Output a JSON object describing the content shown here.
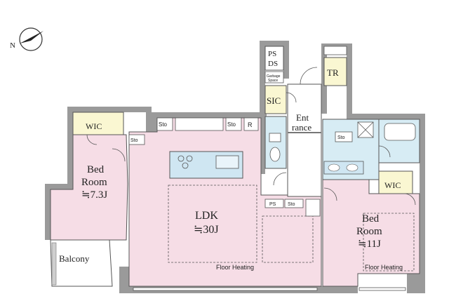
{
  "compass": {
    "label": "N"
  },
  "rooms": {
    "bed_left": {
      "line1": "Bed",
      "line2": "Room",
      "line3": "≒7.3J"
    },
    "bed_right": {
      "line1": "Bed",
      "line2": "Room",
      "line3": "≒11J"
    },
    "ldk": {
      "line1": "LDK",
      "line2": "≒30J"
    },
    "balcony": "Balcony",
    "entrance": {
      "line1": "Ent",
      "line2": "rance"
    },
    "sic": "SIC",
    "tr": "TR",
    "ps_ds": {
      "line1": "PS",
      "line2": "DS"
    },
    "garbage": {
      "line1": "Garbage",
      "line2": "Space"
    },
    "wic_left": "WIC",
    "wic_right": "WIC"
  },
  "small_labels": {
    "sto_a": "Sto",
    "sto_b": "Sto",
    "sto_c": "Sto",
    "sto_d": "Sto",
    "sto_e": "Sto",
    "r": "R",
    "ps_a": "PS",
    "ps_b": "PS"
  },
  "heating": {
    "ldk": "Floor Heating",
    "bed": "Floor Heating"
  },
  "colors": {
    "wall": "#9a9a9a",
    "floor_pink": "#f6dde6",
    "wet_blue": "#d7ecf4",
    "storage_yellow": "#faf7d2",
    "counter_blue": "#cfe6f2",
    "line": "#555555"
  }
}
